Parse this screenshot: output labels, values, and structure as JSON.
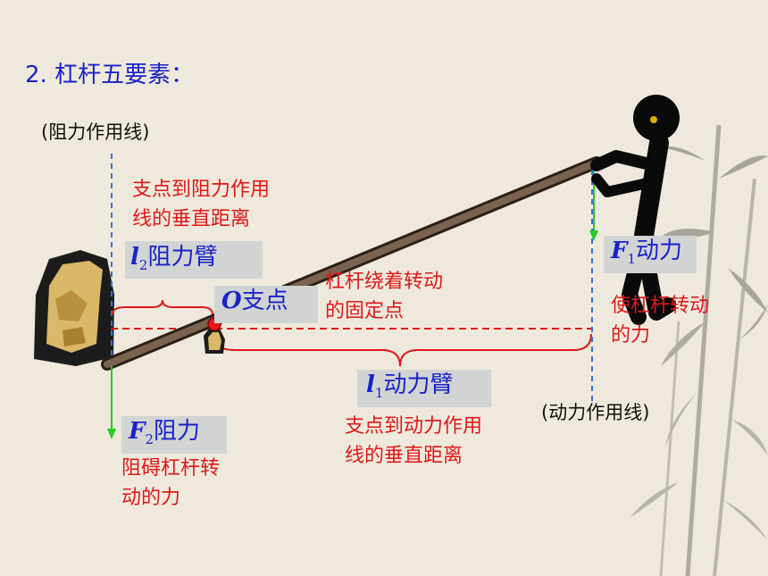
{
  "heading": "2. 杠杆五要素：",
  "resistance_line_label": "(阻力作用线)",
  "effort_line_label": "(动力作用线)",
  "l2": {
    "symbol": "l",
    "sub": "2",
    "name": "阻力臂",
    "desc1": "支点到阻力作用",
    "desc2": "线的垂直距离"
  },
  "fulcrum": {
    "symbol": "O",
    "name": "支点",
    "desc1": "杠杆绕着转动",
    "desc2": "的固定点"
  },
  "f1": {
    "symbol": "F",
    "sub": "1",
    "name": "动力",
    "desc1": "使杠杆转动",
    "desc2": "的力"
  },
  "l1": {
    "symbol": "l",
    "sub": "1",
    "name": "动力臂",
    "desc1": "支点到动力作用",
    "desc2": "线的垂直距离"
  },
  "f2": {
    "symbol": "F",
    "sub": "2",
    "name": "阻力",
    "desc1": "阻碍杠杆转",
    "desc2": "动的力"
  },
  "colors": {
    "blue": "#1a22c8",
    "red": "#e01818",
    "green": "#22cc22",
    "dashed_blue": "#3a6fd8",
    "lever": "#5a4636"
  }
}
